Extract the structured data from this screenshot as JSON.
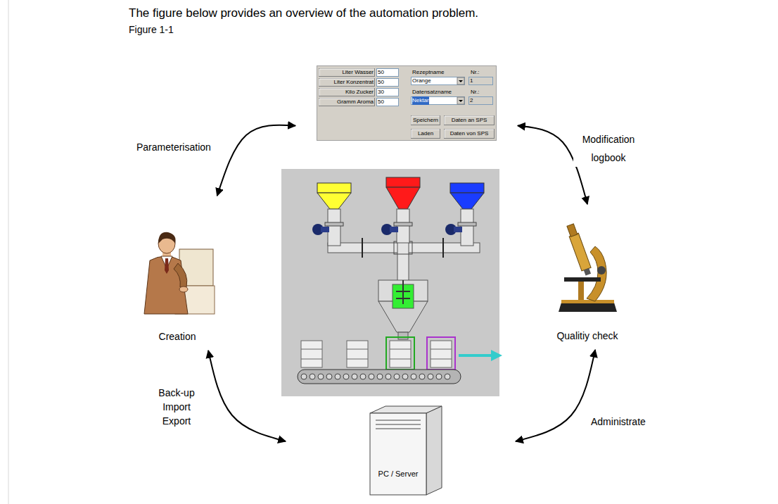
{
  "diagram": {
    "title": "The figure below provides an overview of the automation problem.",
    "nodes": [
      {
        "text": [
          "Liter Wasser",
          "50",
          "Liter Konzentrat",
          "50",
          "Kilo Zucker",
          "30",
          "Gramm Aroma",
          "50",
          "Rezeptname",
          "Nr.:",
          "Orange",
          "1",
          "Datensatzname",
          "Nr.:",
          "Nektar",
          "2",
          "Speichern",
          "Daten an SPS",
          "Laden",
          "Daten von SPS"
        ]
      },
      {
        "text": [
          "Creation"
        ]
      },
      {
        "text": [
          "Qualitiy check"
        ]
      },
      {
        "text": [
          "PC / Server"
        ]
      }
    ],
    "edges": [
      {
        "from": 0,
        "to": 1,
        "label": "Parameterisation",
        "arrow": "both"
      },
      {
        "from": 0,
        "to": 2,
        "label": "Modification logbook",
        "arrow": "both"
      },
      {
        "from": 1,
        "to": 3,
        "label": "Back-up Import Export",
        "arrow": "both"
      },
      {
        "from": 2,
        "to": 3,
        "label": "Administrate",
        "arrow": "both"
      }
    ],
    "labels": [
      "Figure 1-1"
    ]
  }
}
